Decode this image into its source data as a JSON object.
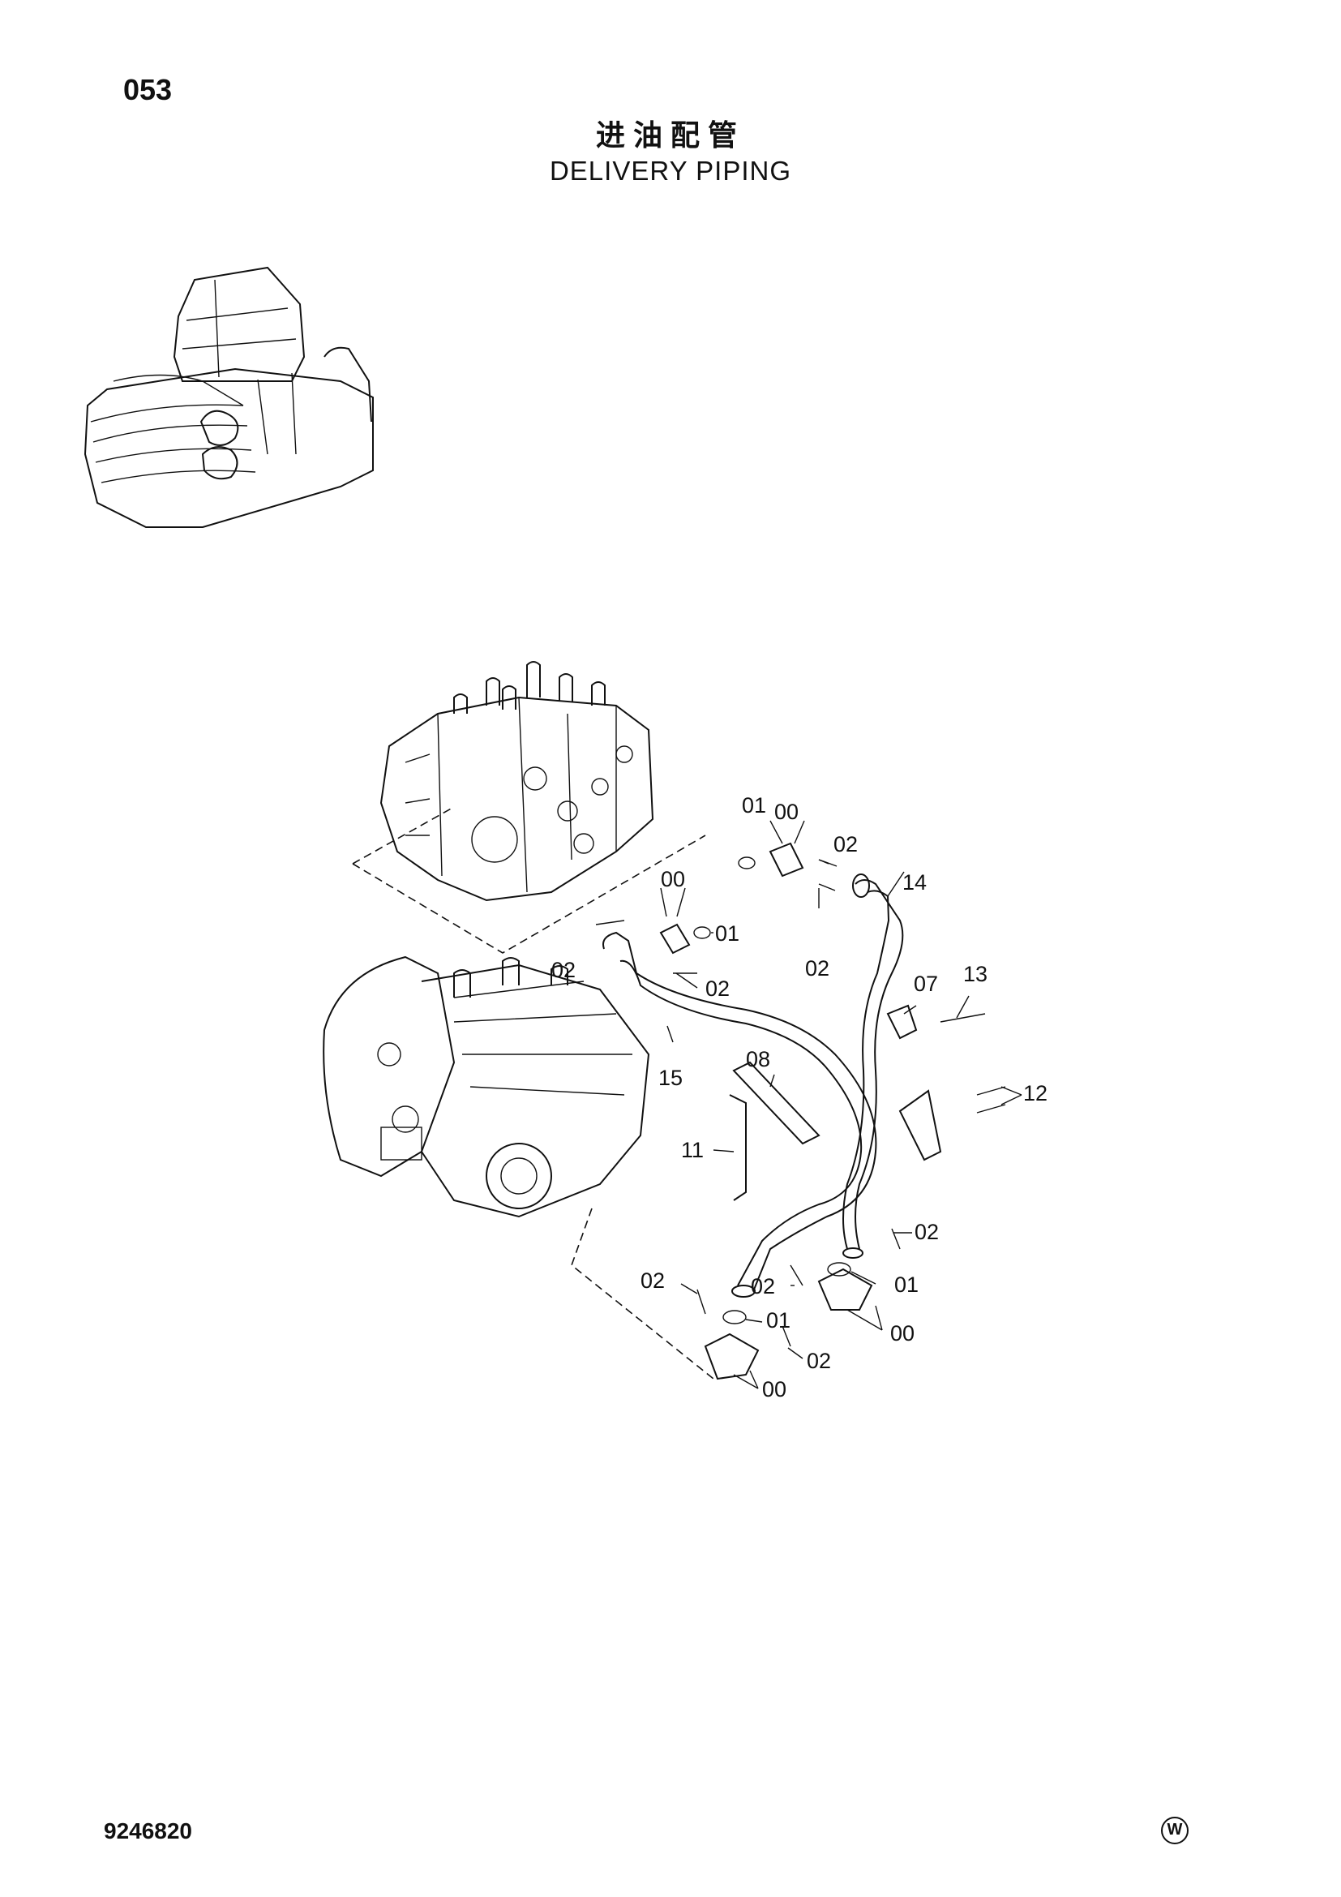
{
  "page": {
    "number": "053",
    "title_cn": "进油配管",
    "title_en": "DELIVERY PIPING",
    "drawing_code": "9246820",
    "footer_mark": "W"
  },
  "callouts": {
    "c01_a": "01",
    "c00_a": "00",
    "c02_a": "02",
    "c14": "14",
    "c00_b": "00",
    "c01_b": "01",
    "c02_b": "02",
    "c02_c": "02",
    "c02_d": "02",
    "c07": "07",
    "c13": "13",
    "c15": "15",
    "c08": "08",
    "c12": "12",
    "c11": "11",
    "c02_e": "02",
    "c02_f": "02",
    "c02_g": "02",
    "c01_c": "01",
    "c01_d": "01",
    "c00_c": "00",
    "c02_h": "02",
    "c00_d": "00"
  }
}
